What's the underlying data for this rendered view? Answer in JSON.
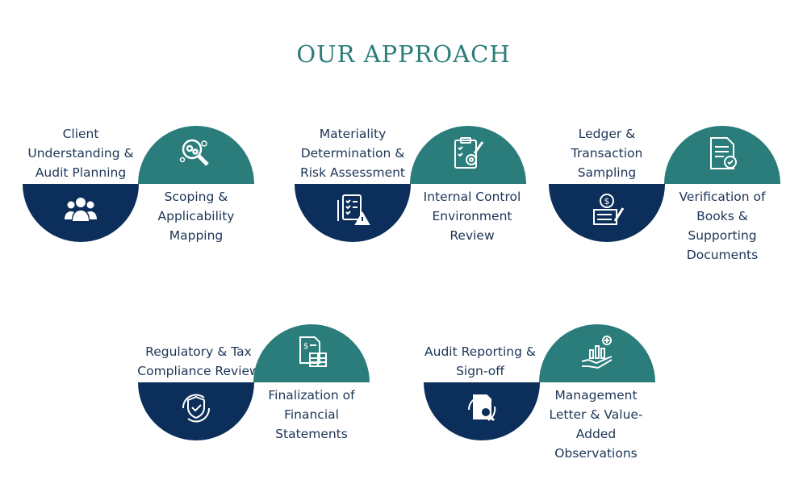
{
  "title": "OUR APPROACH",
  "colors": {
    "teal": "#2a7d7a",
    "navy": "#0b2f5a",
    "text": "#1c3557"
  },
  "steps": [
    {
      "top_label": "Client Understanding & Audit Planning",
      "bottom_label": "Scoping & Applicability Mapping",
      "navy_icon": "users-icon",
      "teal_icon": "magnifier-gears-icon"
    },
    {
      "top_label": "Materiality Determination & Risk Assessment",
      "bottom_label": "Internal Control Environment Review",
      "navy_icon": "checklist-warning-icon",
      "teal_icon": "clipboard-gear-icon"
    },
    {
      "top_label": "Ledger & Transaction Sampling",
      "bottom_label": "Verification of Books & Supporting Documents",
      "navy_icon": "ledger-coin-icon",
      "teal_icon": "document-check-icon"
    },
    {
      "top_label": "Regulatory & Tax Compliance Review",
      "bottom_label": "Finalization of Financial Statements",
      "navy_icon": "shield-check-icon",
      "teal_icon": "financial-statement-icon"
    },
    {
      "top_label": "Audit Reporting & Sign-off",
      "bottom_label": "Management Letter & Value-Added Observations",
      "navy_icon": "report-search-icon",
      "teal_icon": "hand-chart-icon"
    }
  ]
}
